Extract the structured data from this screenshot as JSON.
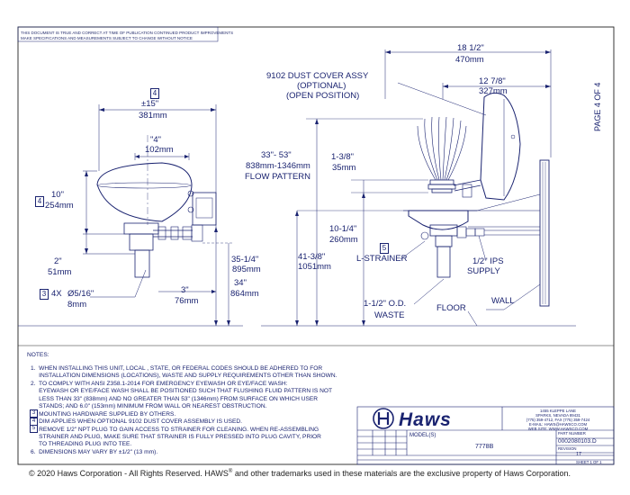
{
  "disclaimer": [
    "THIS DOCUMENT IS TRUE AND CORRECT AT TIME OF PUBLICATION CONTINUED PRODUCT IMPROVEMENTS",
    "MAKE SPECIFICATIONS AND MEASUREMENTS SUBJECT TO CHANGE WITHOUT NOTICE"
  ],
  "page_label": "PAGE 4 OF 4",
  "front_view": {
    "width_box": "4",
    "width_in": "±15\"",
    "width_mm": "381mm",
    "bowl_in": "\"4\"",
    "bowl_mm": "102mm",
    "height_box": "4",
    "height_in": "10\"",
    "height_mm": "254mm",
    "offset_in": "2\"",
    "offset_mm": "51mm",
    "mount_box": "3",
    "mount_qty": "4X",
    "mount_dia": "Ø5/16\"",
    "mount_mm": "8mm",
    "drain_in": "3\"",
    "drain_mm": "76mm",
    "mount_h_in": "35-1/4\"",
    "mount_h_mm": "895mm",
    "floor_in": "34\"",
    "floor_mm": "864mm"
  },
  "side_view": {
    "cover_title": "9102 DUST COVER ASSY",
    "cover_opt": "(OPTIONAL)",
    "cover_pos": "(OPEN POSITION)",
    "depth_in": "18 1/2\"",
    "depth_mm": "470mm",
    "proj_in": "12 7/8\"",
    "proj_mm": "327mm",
    "flow_in": "33\"- 53\"",
    "flow_mm": "838mm-1346mm",
    "flow_lbl": "FLOW PATTERN",
    "nozzle_in": "1-3/8\"",
    "nozzle_mm": "35mm",
    "bowl_h_in": "10-1/4\"",
    "bowl_h_mm": "260mm",
    "total_in": "41-3/8\"",
    "total_mm": "1051mm",
    "strainer_box": "5",
    "strainer": "L-STRAINER",
    "supply_in": "1/2\" IPS",
    "supply": "SUPPLY",
    "waste_in": "1-1/2\" O.D.",
    "waste": "WASTE",
    "floor": "FLOOR",
    "wall": "WALL"
  },
  "notes": {
    "title": "NOTES:",
    "items": [
      [
        "1.  WHEN INSTALLING THIS UNIT, LOCAL , STATE, OR FEDERAL CODES SHOULD BE ADHERED TO FOR",
        "     INSTALLATION DIMENSIONS (LOCATIONS), WASTE AND SUPPLY REQUIREMENTS OTHER THAN SHOWN."
      ],
      [
        "2.  TO COMPLY WITH ANSI Z358.1-2014 FOR EMERGENCY EYEWASH OR EYE/FACE WASH:",
        "     EYEWASH OR EYE/FACE WASH SHALL BE POSITIONED SUCH THAT FLUSHING FLUID PATTERN IS NOT",
        "     LESS THAN 33\" (838mm) AND NO GREATER THAN 53\" (1346mm) FROM SURFACE ON WHICH USER",
        "     STANDS; AND 6.0\" (153mm) MINIMUM FROM WALL OR NEAREST OBSTRUCTION."
      ],
      [
        "     MOUNTING HARDWARE SUPPLIED BY OTHERS."
      ],
      [
        "     DIM APPLIES WHEN OPTIONAL 9102 DUST COVER ASSEMBLY IS USED."
      ],
      [
        "     REMOVE 1/2\" NPT PLUG TO GAIN ACCESS TO STRAINER FOR CLEANING. WHEN RE-ASSEMBLING",
        "     STRAINER AND PLUG, MAKE SURE THAT STRAINER IS FULLY PRESSED INTO PLUG CAVITY, PRIOR",
        "     TO THREADING PLUG INTO TEE."
      ],
      [
        "6.  DIMENSIONS MAY VARY BY ±1/2\" (13 mm)."
      ]
    ],
    "boxes": [
      "3",
      "4",
      "5"
    ]
  },
  "title_block": {
    "brand": "Haws",
    "address": [
      "1455 KLEPPE LANE",
      "SPARKS, NEVADA 89431",
      "(775) 359-4712, FAX (775) 359-7424",
      "E-MAIL: HAWS@HAWSCO.COM",
      "WEB SITE: WWW.HAWSCO.COM"
    ],
    "model_label": "MODEL(S)",
    "model": "7778B",
    "part_label": "PART NUMBER",
    "part": "0002080103.D",
    "rev_label": "REVISION",
    "rev": "17",
    "sheet": "SHEET 1 OF 1"
  },
  "footer": {
    "pre": "© 2020 Haws Corporation - All Rights Reserved.  HAWS",
    "reg": "®",
    "post": " and other trademarks used in these materials are the exclusive property of Haws Corporation."
  }
}
